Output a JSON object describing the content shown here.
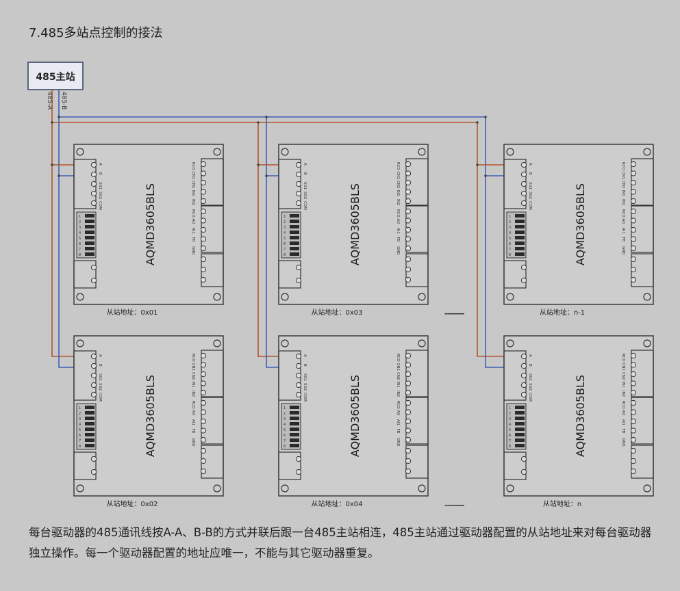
{
  "heading": "7.485多站点控制的接法",
  "master": {
    "label": "485主站",
    "wire_a_label": "485-A",
    "wire_b_label": "485-B"
  },
  "colors": {
    "wire_a": "#b2542b",
    "wire_b": "#3f5fb5",
    "board_fill": "#cdcdcd",
    "board_stroke": "#333333"
  },
  "module_model": "AQMD3605BLS",
  "terminal_labels": {
    "left_top": [
      "A",
      "B",
      "SG1",
      "SG2",
      "COM"
    ],
    "right_top": [
      "RCO",
      "CN1",
      "CN2",
      "IN1",
      "IN2"
    ],
    "right_mid": [
      "RCO",
      "AO",
      "AI1",
      "FB",
      "GND"
    ]
  },
  "dip_numbers": [
    "1",
    "2",
    "3",
    "4",
    "5",
    "6",
    "7",
    "8"
  ],
  "modules": [
    {
      "addr": "从站地址：0x01"
    },
    {
      "addr": "从站地址：0x02"
    },
    {
      "addr": "从站地址：0x03"
    },
    {
      "addr": "从站地址：0x04"
    },
    {
      "addr": "从站地址：n-1"
    },
    {
      "addr": "从站地址：n"
    }
  ],
  "ellipsis": "--------",
  "caption": "每台驱动器的485通讯线按A-A、B-B的方式并联后跟一台485主站相连，485主站通过驱动器配置的从站地址来对每台驱动器独立操作。每一个驱动器配置的地址应唯一，不能与其它驱动器重复。"
}
